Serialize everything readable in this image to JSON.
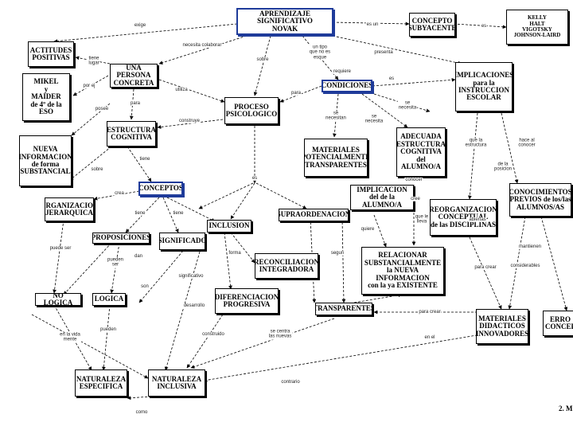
{
  "nodes": {
    "aprendizaje": "APRENDIZAJE SIGNIFICATIVO\nNOVAK",
    "concepto_subyacente": "CONCEPTO\nSUBYACENTE",
    "kelly": "KELLY\nHALT\nVIGOTSKY\nJOHNSON-LAIRD",
    "actitudes": "ACTITUDES\nPOSITIVAS",
    "persona": "UNA PERSONA\nCONCRETA",
    "mikel": "MIKEL\ny\nMAIDER\nde 4º de la ESO",
    "implicaciones": "IMPLICACIONES\npara la\nINSTRUCCION\nESCOLAR",
    "condiciones": "CONDICIONES",
    "proceso": "PROCESO\nPSICOLOGICO",
    "estructura": "ESTRUCTURA\nCOGNITIVA",
    "materiales": "MATERIALES\nPOTENCIALMENTE\nTRANSPARENTES",
    "adecuada": "ADECUADA\nESTRUCTURA\nCOGNITIVA\ndel ALUMNO/A",
    "nueva_info": "NUEVA\nINFORMACION\nde forma\nSUBSTANCIAL",
    "conceptos": "CONCEPTOS",
    "organizacion": "ORGANIZACION\nJERARQUICA",
    "implicacion": "IMPLICACION\ndel de la ALUMNO/A",
    "reorganizacion": "REORGANIZACION\nCONCEPTUAL\nde las DISCIPLINAS",
    "previos": "CONOCIMIENTOS\nPREVIOS de los/las\nALUMNOS/AS",
    "supraordenacion": "SUPRAORDENACION",
    "inclusion": "INCLUSION",
    "proposiciones": "PROPOSICIONES",
    "significado": "SIGNIFICADO",
    "reconciliacion": "RECONCILIACION\nINTEGRADORA",
    "relacionar": "RELACIONAR\nSUBSTANCIALMENTE\nla NUEVA INFORMACION\ncon la ya EXISTENTE",
    "no_logica": "NO LOGICA",
    "logica": "LOGICA",
    "diferenciacion": "DIFERENCIACION\nPROGRESIVA",
    "transparentes": "TRANSPARENTES",
    "materiales_didacticos": "MATERIALES\nDIDACTICOS\nINNOVADORES",
    "errores": "ERRO\nCONCEP",
    "naturaleza_especifica": "NATURALEZA\nESPECIFICA",
    "naturaleza_inclusiva": "NATURALEZA\nINCLUSIVA",
    "corner": "2. M"
  },
  "labels": {
    "l_exige": "exige",
    "l_es_un": "es un",
    "l_es": "es",
    "l_necesita_colaborar": "necesita colaborar",
    "l_tiene_lugar": "tiene\nlugar",
    "l_por_ej": "por ej",
    "l_sobre": "sobre",
    "l_un_tipo": "un tipo\nque no es\nesque",
    "l_presenta": "presenta",
    "l_posee": "posee",
    "l_para": "para",
    "l_utiliza": "utiliza",
    "l_para2": "para",
    "l_es2": "es",
    "l_requiere": "requiere",
    "l_se_necesitan": "se\nnecesitan",
    "l_se_necesita": "se\nnecesita",
    "l_se_necesita2": "se\nnecesita",
    "l_construye": "construye",
    "l_tiene": "tiene",
    "l_que_la_estructura": "que la\nestructura",
    "l_hace_al_conocer": "hace al\nconocer",
    "l_de_la_posicion": "de la\nposicion",
    "l_sobre2": "sobre",
    "l_tiene2": "tiene",
    "l_crea": "crea",
    "l_tiene3": "tiene",
    "l_es3": "es",
    "l_que_le_lleva": "que le\nlleva",
    "l_quiere": "quiere",
    "l_para_crear": "para crear",
    "l_pueden_ser": "pueden\nser",
    "l_dan": "dan",
    "l_forma": "forma",
    "l_segun": "segun",
    "l_puede_ser": "puede ser",
    "l_pueden": "pueden",
    "l_son": "son",
    "l_en_la_vida": "en la vida\nmente",
    "l_construido": "construido",
    "l_para_crear2": "para crear",
    "l_conocer": "conocer",
    "l_significativo": "significativo",
    "l_desarrollo": "desarrollo",
    "l_en_el": "en el",
    "l_se_centra": "se centra\nlas nuevas",
    "l_cree": "cree",
    "l_mantienen": "mantienen",
    "l_abiertas": "abiertas",
    "l_contrario": "contrario",
    "l_considerables": "considerables",
    "l_como": "como"
  }
}
